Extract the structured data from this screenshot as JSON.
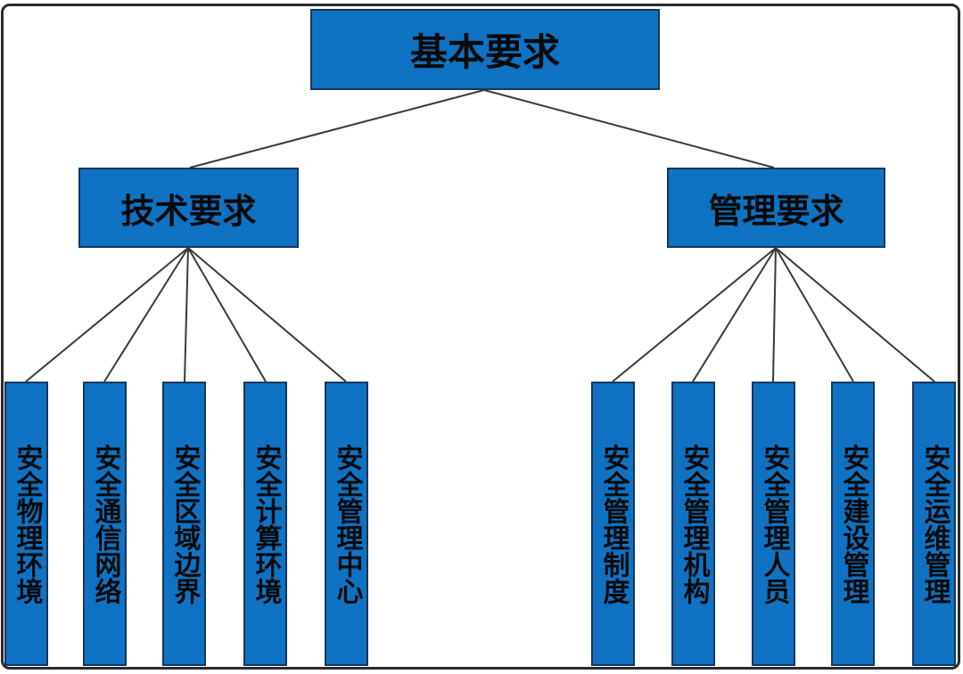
{
  "diagram": {
    "title": "基本要求",
    "root": {
      "label": "基本要求"
    },
    "branches": [
      {
        "label": "技术要求",
        "children": [
          "安全物理环境",
          "安全通信网络",
          "安全区域边界",
          "安全计算环境",
          "安全管理中心"
        ]
      },
      {
        "label": "管理要求",
        "children": [
          "安全管理制度",
          "安全管理机构",
          "安全管理人员",
          "安全建设管理",
          "安全运维管理"
        ]
      }
    ]
  },
  "colors": {
    "box_fill": "#0f72c2",
    "box_border": "#16365c",
    "line_color": "#3a3a3a",
    "text_color": "#0a0a0a",
    "frame_border": "#2b2b2b",
    "background": "#ffffff"
  }
}
